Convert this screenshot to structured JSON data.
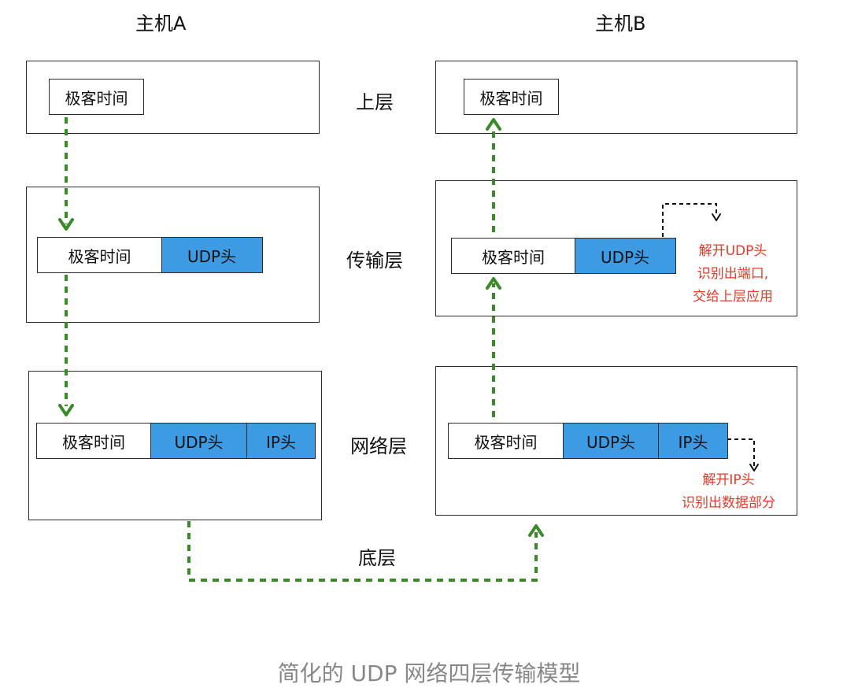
{
  "hosts": {
    "a_title": "主机A",
    "b_title": "主机B"
  },
  "layers": {
    "upper": "上层",
    "transport": "传输层",
    "network": "网络层",
    "bottom": "底层"
  },
  "packet": {
    "data": "极客时间",
    "udp_header": "UDP头",
    "ip_header": "IP头"
  },
  "notes": {
    "transport": [
      "解开UDP头",
      "识别出端口,",
      "交给上层应用"
    ],
    "network": [
      "解开IP头",
      "识别出数据部分"
    ]
  },
  "caption": "简化的 UDP 网络四层传输模型",
  "colors": {
    "header_fill": "#3d9be3",
    "flow_arrow": "#3a8a2a",
    "note_text": "#e53a2a"
  }
}
